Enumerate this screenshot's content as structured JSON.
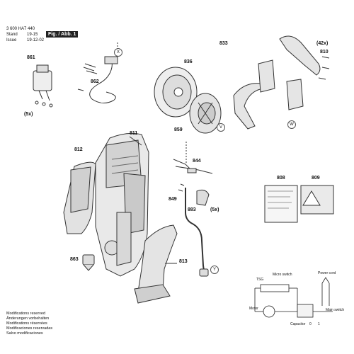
{
  "header": {
    "code": "3 600 HA7 440",
    "stand_label": "Stand",
    "stand_value": "19-15",
    "issue_label": "Issue",
    "issue_value": "19-12-02",
    "figure": "Fig. / Abb. 1"
  },
  "parts": {
    "p861": "861",
    "p862": "862",
    "p5x_a": "(5x)",
    "p811": "811",
    "p812": "812",
    "p863": "863",
    "p813": "813",
    "p836": "836",
    "p859": "859",
    "p844": "844",
    "p849": "849",
    "p883": "883",
    "p5x_b": "(5x)",
    "p833": "833",
    "p42x": "(42x)",
    "p810": "810",
    "p808": "808",
    "p809": "809"
  },
  "markers": {
    "x": "X",
    "v": "V",
    "w": "W",
    "y": "Y"
  },
  "circuit": {
    "tsg": "TSG",
    "micro_switch": "Micro switch",
    "power_cord": "Power cord",
    "motor": "Motor",
    "capacitor": "Capacitor",
    "main_switch": "Main switch",
    "zero": "0",
    "one": "1"
  },
  "footer": [
    "Modifications reserved",
    "Änderungen vorbehalten",
    "Modifications réservées",
    "Modificaciones reservadas",
    "Salvo modificaciones"
  ]
}
